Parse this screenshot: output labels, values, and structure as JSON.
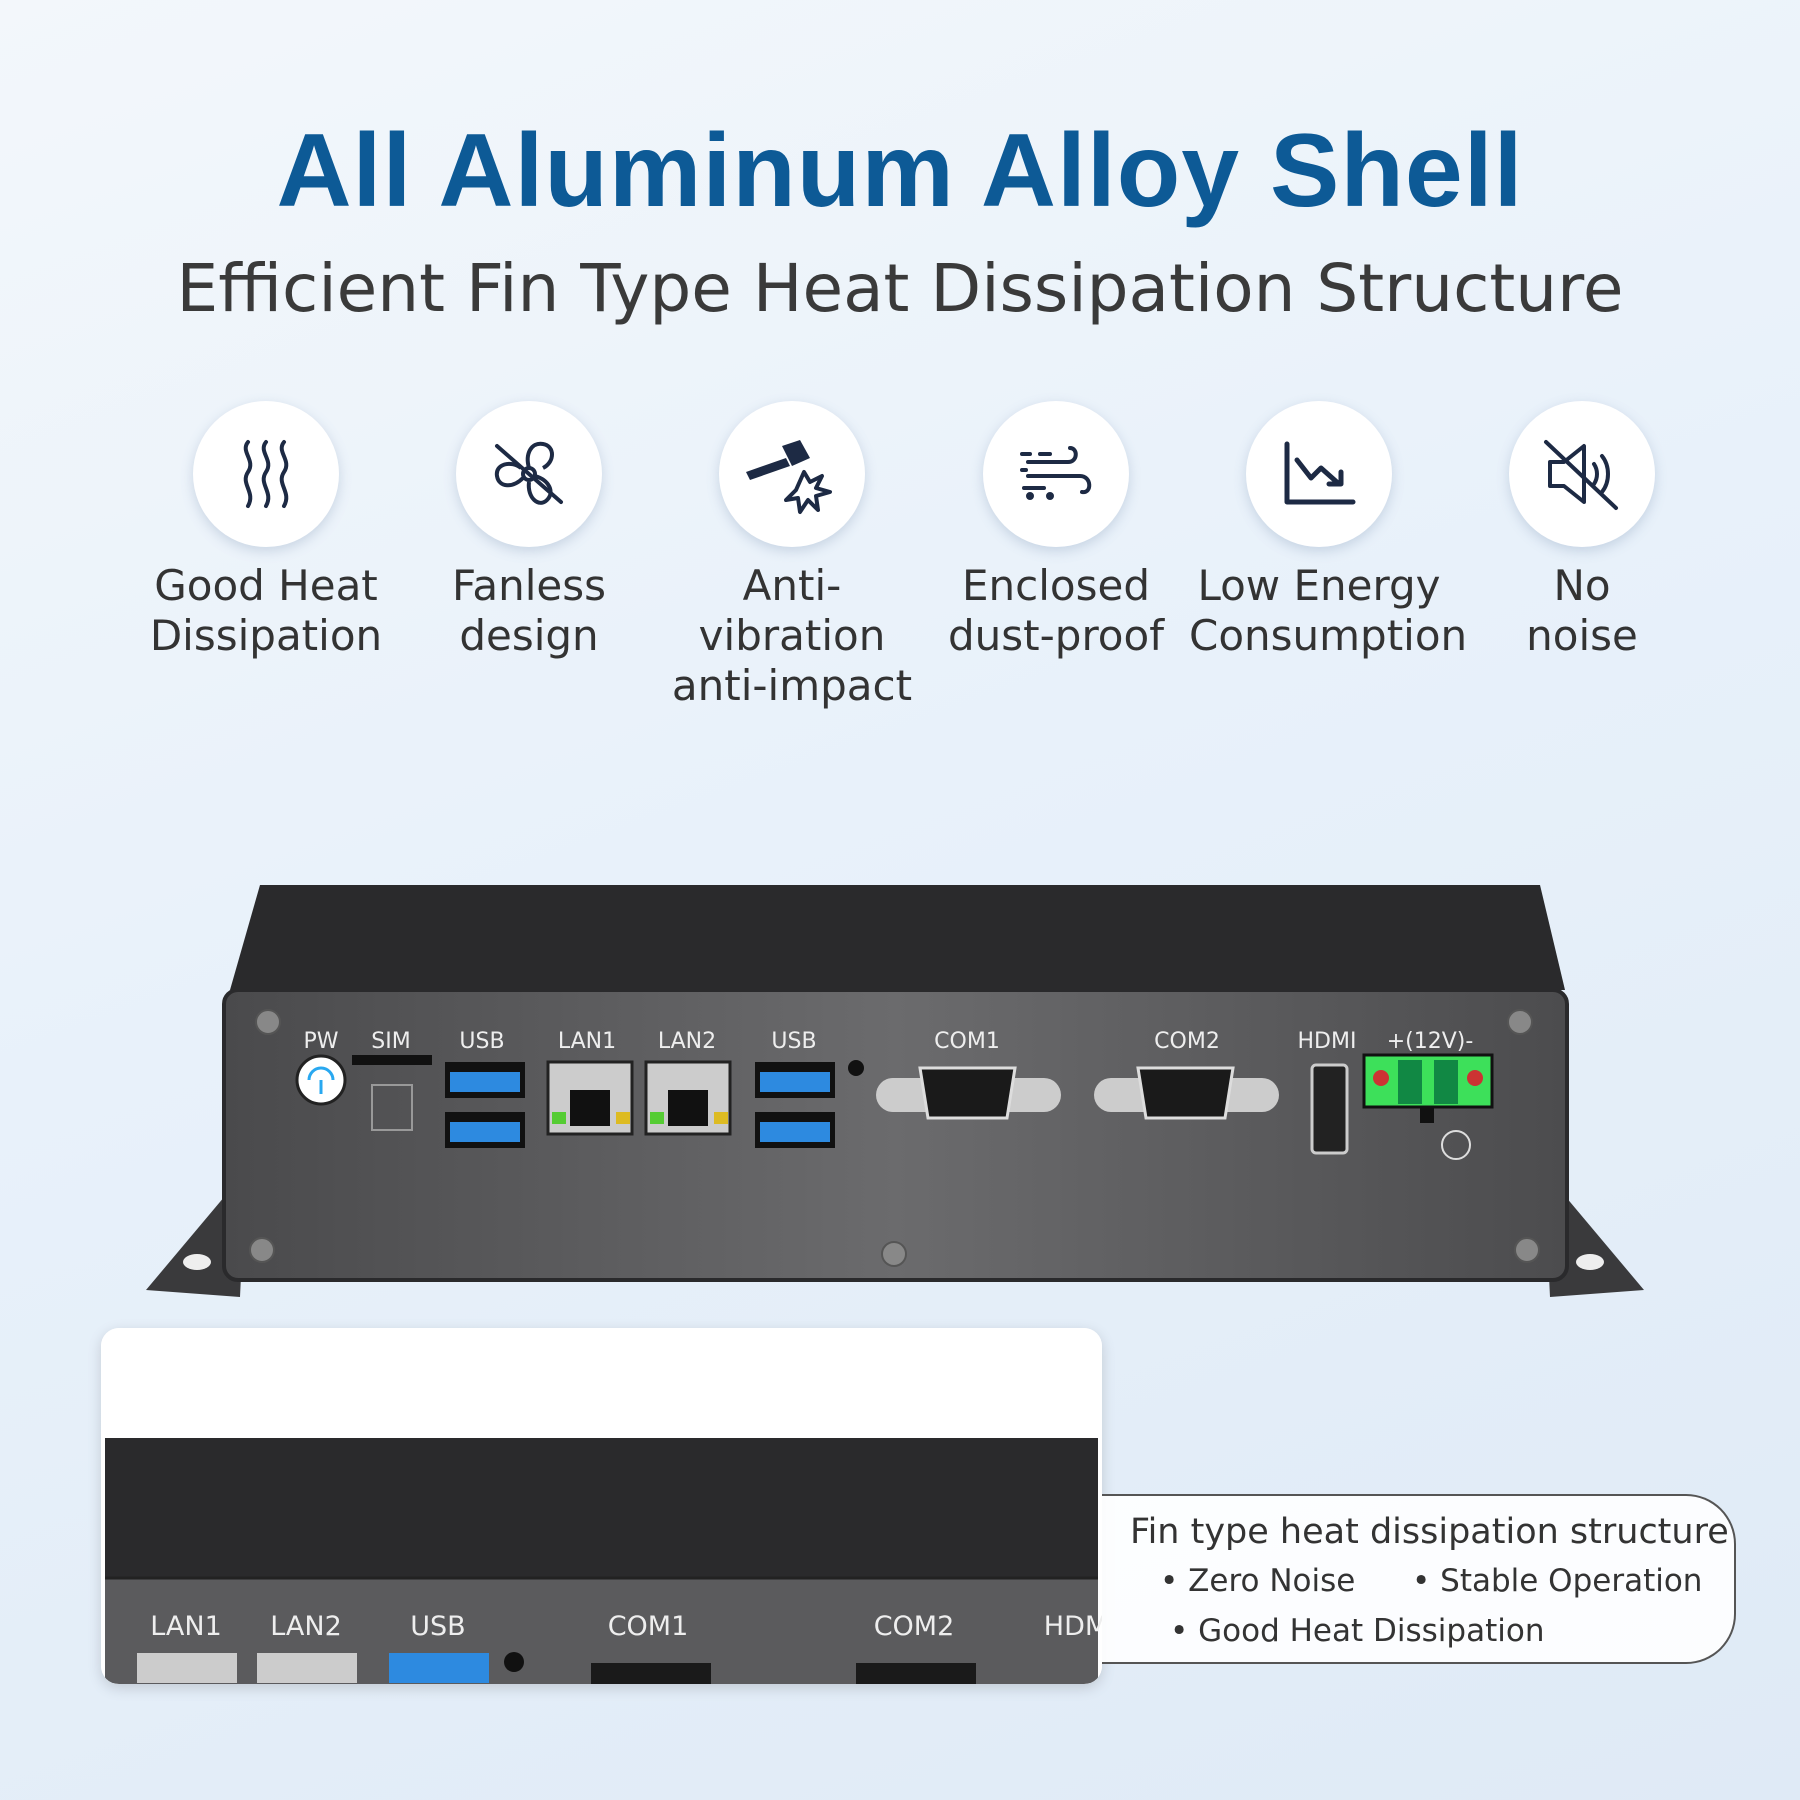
{
  "header": {
    "title": "All Aluminum Alloy Shell",
    "subtitle": "Efficient Fin Type Heat Dissipation Structure"
  },
  "features": [
    {
      "icon": "heat-waves-icon",
      "line1": "Good Heat",
      "line2": "Dissipation"
    },
    {
      "icon": "fan-crossed-icon",
      "line1": "Fanless",
      "line2": "design"
    },
    {
      "icon": "hammer-impact-icon",
      "line1": "Anti-vibration",
      "line2": "anti-impact"
    },
    {
      "icon": "wind-dust-icon",
      "line1": "Enclosed",
      "line2": "dust-proof"
    },
    {
      "icon": "chart-down-icon",
      "line1": "Low Energy",
      "line2": "Consumption"
    },
    {
      "icon": "speaker-muted-icon",
      "line1": "No",
      "line2": "noise"
    }
  ],
  "ports": {
    "pw": "PW",
    "sim": "SIM",
    "usb1": "USB",
    "lan1": "LAN1",
    "lan2": "LAN2",
    "usb2": "USB",
    "com1": "COM1",
    "com2": "COM2",
    "hdmi": "HDMI",
    "power": "+(12V)-"
  },
  "inset_ports": {
    "lan1": "LAN1",
    "lan2": "LAN2",
    "usb": "USB",
    "com1": "COM1",
    "com2": "COM2",
    "hdmi": "HDM"
  },
  "infobox": {
    "heading": "Fin type heat dissipation structure",
    "bullets": [
      "• Zero Noise",
      "• Stable Operation",
      "• Good Heat Dissipation"
    ]
  },
  "colors": {
    "title": "#0d5a96",
    "terminal": "#3de05a",
    "usb": "#2d8ae0"
  }
}
